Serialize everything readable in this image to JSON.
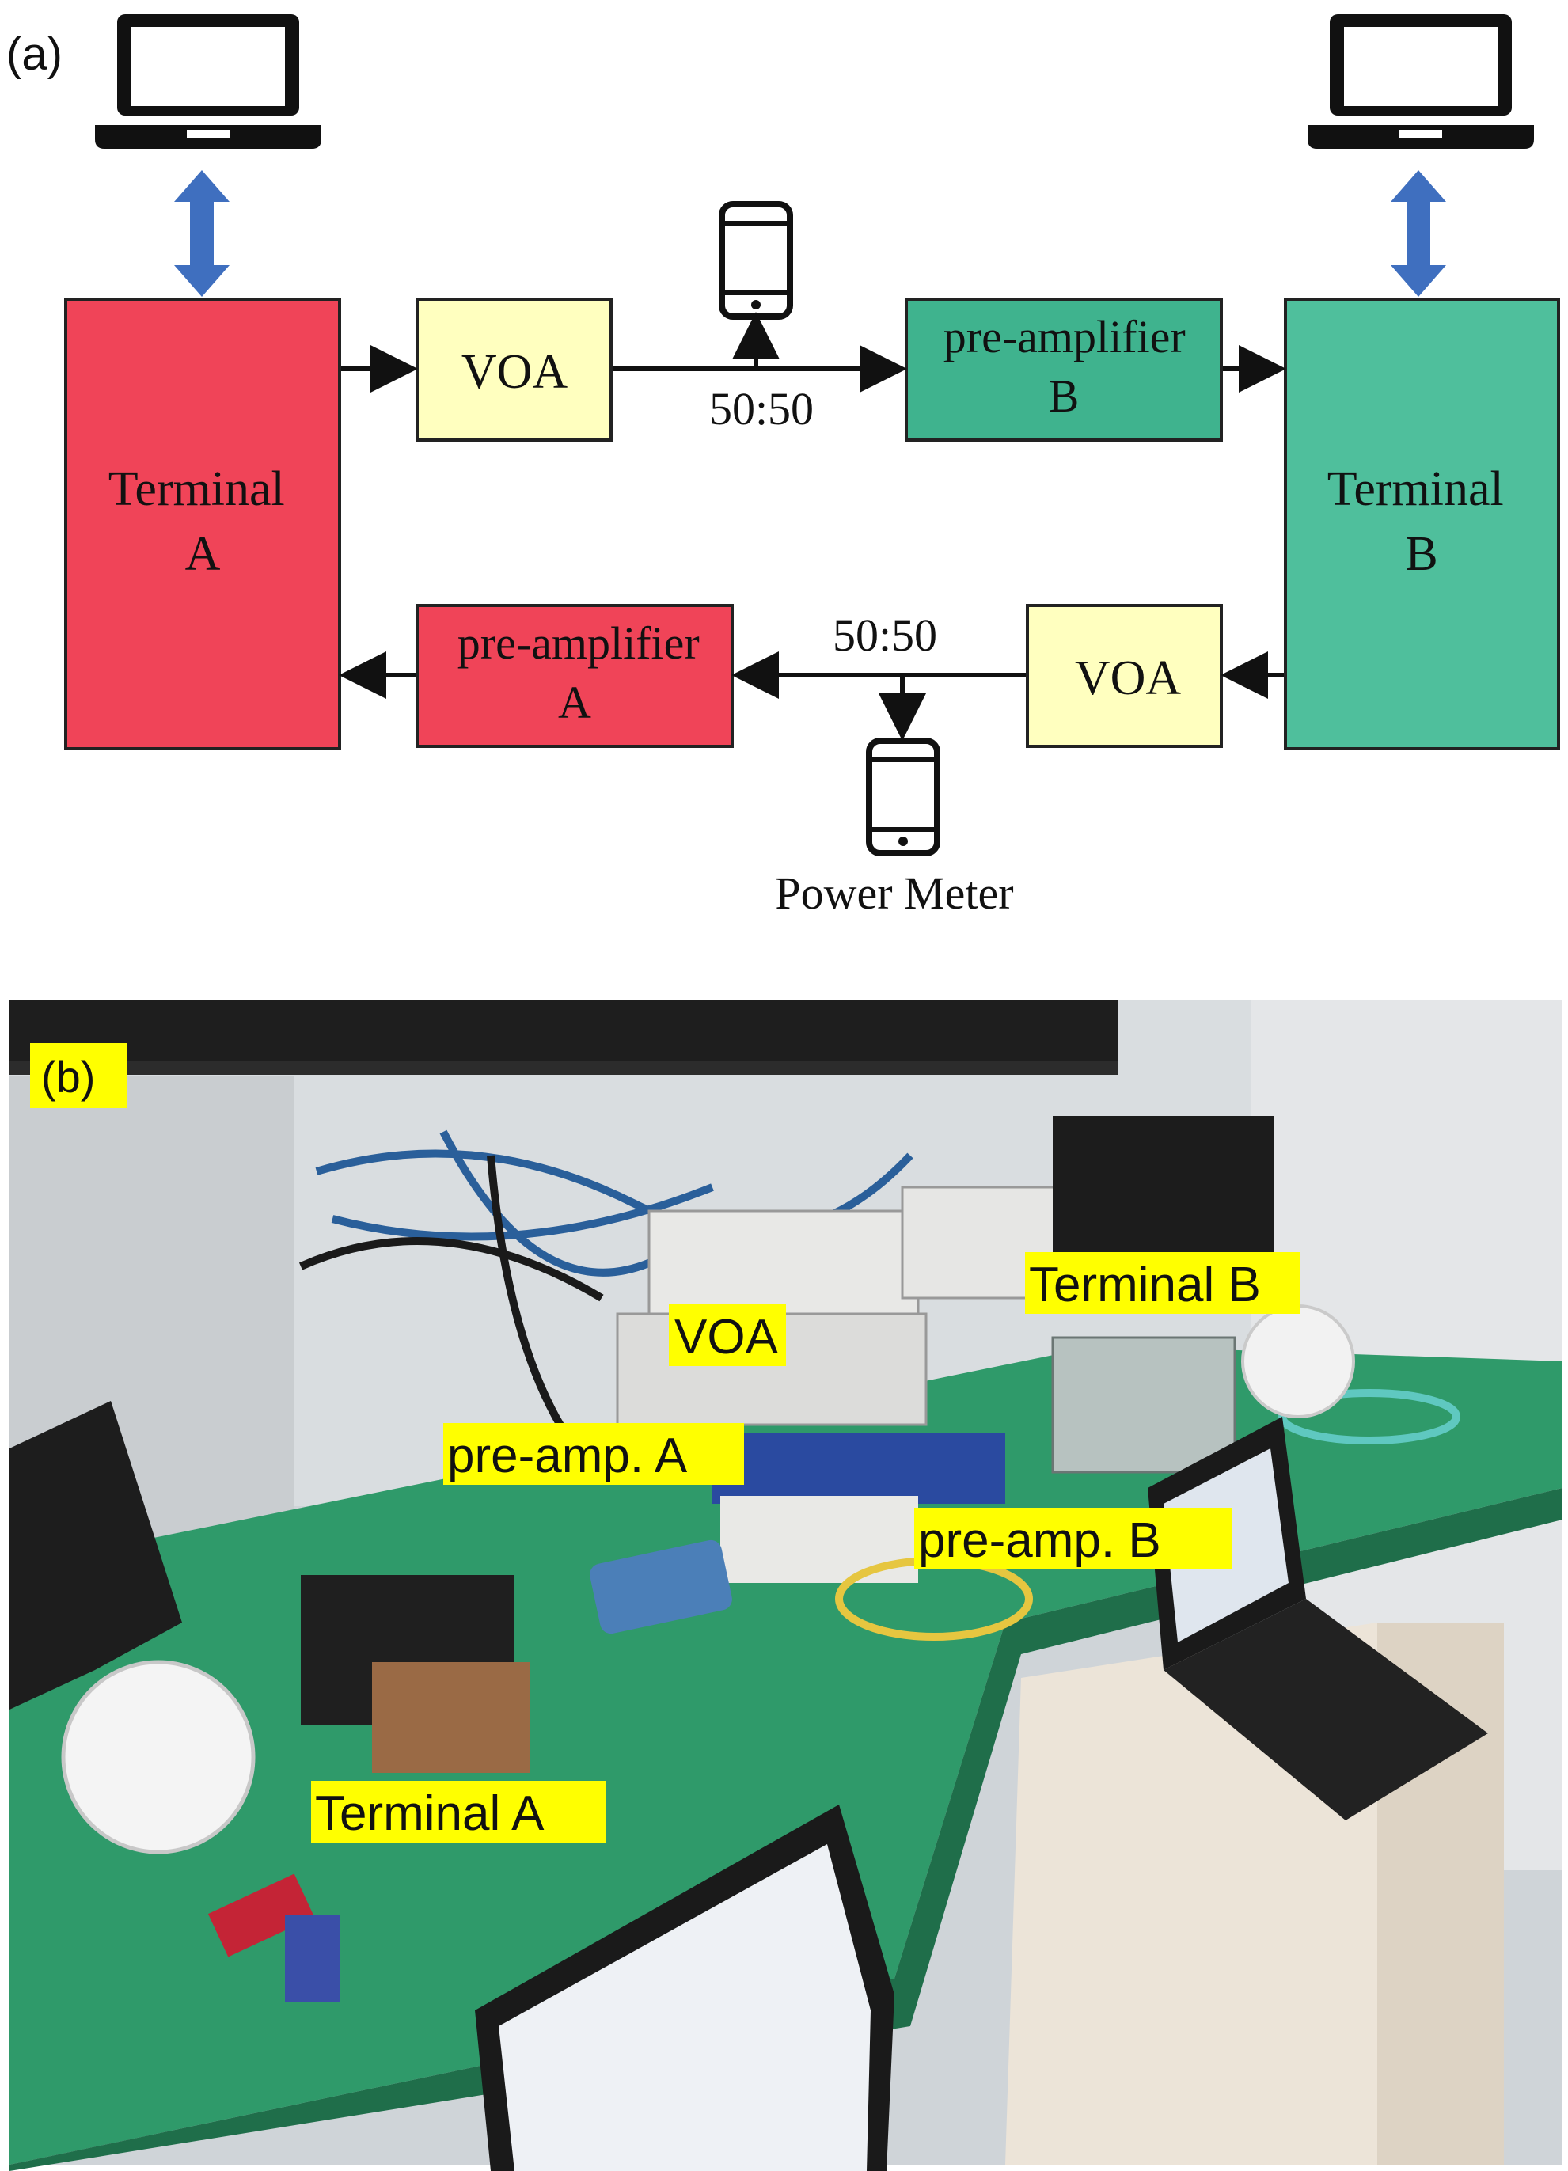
{
  "panel_a": {
    "label": "(a)",
    "terminal_a": {
      "line1": "Terminal",
      "line2": "A"
    },
    "terminal_b": {
      "line1": "Terminal",
      "line2": "B"
    },
    "voa_top": "VOA",
    "voa_bottom": "VOA",
    "preamp_b": {
      "line1": "pre-amplifier",
      "line2": "B"
    },
    "preamp_a": {
      "line1": "pre-amplifier",
      "line2": "A"
    },
    "split_top": "50:50",
    "split_bottom": "50:50",
    "power_meter": "Power Meter",
    "colors": {
      "terminal_a": "#f04458",
      "terminal_b": "#4fbf9c",
      "voa": "#ffffbf",
      "preamp_a": "#f04458",
      "preamp_b": "#3fb38e",
      "double_arrow": "#3f6fbf"
    },
    "icons": [
      "laptop-icon",
      "smartphone-icon",
      "double-arrow-icon"
    ]
  },
  "panel_b": {
    "label": "(b)",
    "tags": {
      "voa": "VOA",
      "terminal_b": "Terminal B",
      "preamp_a": "pre-amp. A",
      "preamp_b": "pre-amp. B",
      "terminal_a": "Terminal A"
    },
    "tag_color": "#ffff00",
    "photo_description_colors": {
      "bench_surface": "#2f9a6a",
      "wall": "#d9dde0",
      "shelf": "#1e1e1e"
    }
  }
}
